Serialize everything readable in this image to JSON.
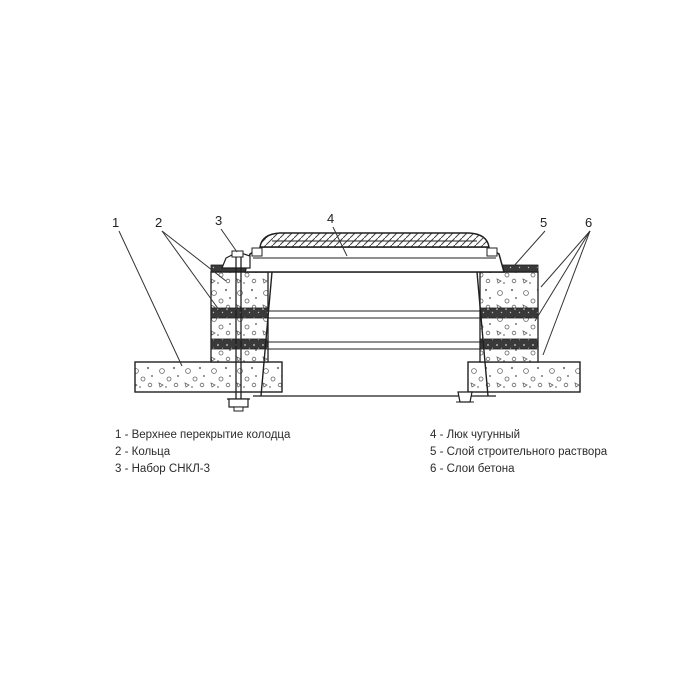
{
  "colors": {
    "ink": "#1f1f1f",
    "mortar_band": "#3a3a3a",
    "paper": "#ffffff",
    "leader": "#333333"
  },
  "callouts": {
    "n1": "1",
    "n2": "2",
    "n3": "3",
    "n4": "4",
    "n5": "5",
    "n6": "6"
  },
  "legend": {
    "left": [
      "1 - Верхнее перекрытие колодца",
      "2 - Кольца",
      "3 - Набор СНКЛ-3"
    ],
    "right": [
      "4 - Люк чугунный",
      "5 - Слой строительного раствора",
      "6 - Слои бетона"
    ]
  }
}
